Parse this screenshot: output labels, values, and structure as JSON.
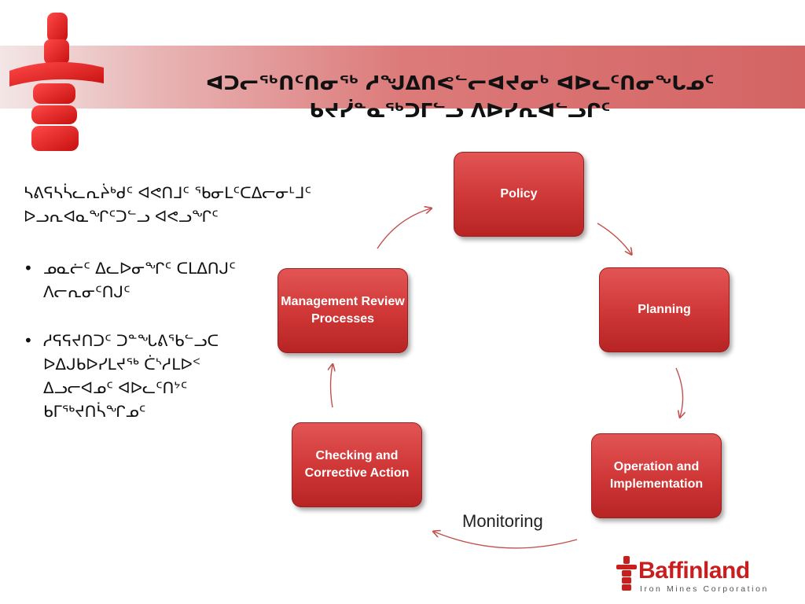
{
  "header": {
    "title_line1": "ᐊᑐᓕᖅᑎᑦᑎᓂᖅ ᓱᖑᐃᑎᕙᓪᓕᐊᔪᓂᒃ ᐊᐅᓚᑦᑎᓂᖓᓄᑦ",
    "title_line2": "ᑲᔪᓰᓐᓇᖅᑐᒥᓪᓗ ᐱᐅᓯᕆᐊᓪᓗᒋᑦ"
  },
  "left_panel": {
    "intro": "ᓴᕕᕋᓴᓵᓚᕆᔩᒃᑯᑦ ᐊᕙᑎᒧᑦ ᖃᓂᒪᑦᑕᐃᓕᓂᒻᒧᑦ ᐅᓗᕆᐊᓇᖏᑦᑐᓪᓗ ᐊᕙᓗᖏᑦ",
    "bullets": [
      "ᓄᓇᓖᑦ ᐃᓚᐅᓂᖏᑦ ᑕᒪᐃᑎᒍᑦ ᐱᓕᕆᓂᑦᑎᒍᑦ",
      "ᓱᕋᕋᔪᑎᑐᑦ ᑐᓐᖓᕕᖃᓪᓗᑕ ᐅᐃᒍᑲᐅᓯᒪᔪᖅ ᑖᔅᓱᒪᐅᑉ ᐃᓗᓕᐊᓄᑦ ᐊᐅᓚᑦᑎᔾᑦ ᑲᒥᖅᔪᑎᓵᖏᓄᑦ"
    ]
  },
  "diagram": {
    "nodes": [
      {
        "id": "policy",
        "label": "Policy"
      },
      {
        "id": "planning",
        "label": "Planning"
      },
      {
        "id": "operation",
        "label": "Operation and Implementation"
      },
      {
        "id": "checking",
        "label": "Checking and Corrective Action"
      },
      {
        "id": "review",
        "label": "Management Review Processes"
      }
    ],
    "monitoring_label": "Monitoring"
  },
  "logo": {
    "name": "Baffinland",
    "subtitle": "Iron Mines Corporation"
  },
  "colors": {
    "accent": "#d42a2a",
    "box_top": "#e25555",
    "box_bottom": "#b72424",
    "arrow": "#c0504d"
  }
}
